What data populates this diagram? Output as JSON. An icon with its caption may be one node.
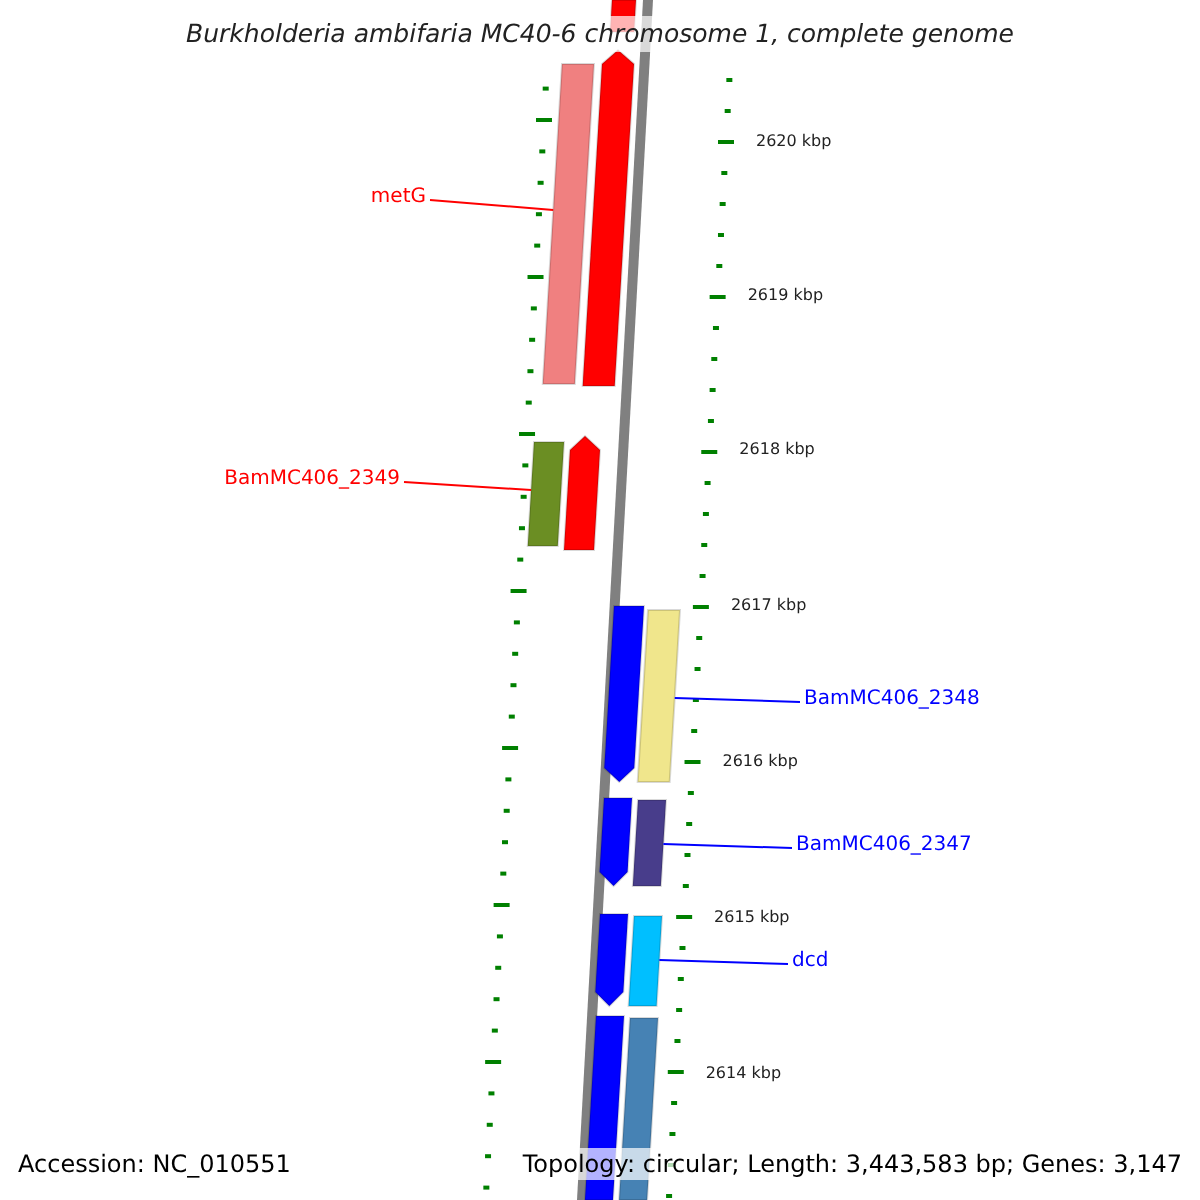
{
  "diagram": {
    "title": "Burkholderia ambifaria MC40-6 chromosome 1, complete genome",
    "nodes": [
      {
        "text": [],
        "shape": "bar"
      },
      {
        "text": [
          "metG"
        ]
      },
      {
        "text": [],
        "shape": "bar"
      },
      {
        "text": [],
        "shape": "bar"
      },
      {
        "text": [
          "BamMC406_2349"
        ]
      },
      {
        "text": [],
        "shape": "bar"
      },
      {
        "text": [],
        "shape": "bar"
      },
      {
        "text": [],
        "shape": "bar"
      },
      {
        "text": [],
        "shape": "bar"
      },
      {
        "text": [
          "BamMC406_2348"
        ]
      },
      {
        "text": [],
        "shape": "bar"
      },
      {
        "text": [],
        "shape": "bar"
      },
      {
        "text": [
          "BamMC406_2347"
        ]
      },
      {
        "text": [],
        "shape": "bar"
      },
      {
        "text": [],
        "shape": "bar"
      },
      {
        "text": [
          "dcd"
        ]
      },
      {
        "text": [],
        "shape": "bar"
      },
      {
        "text": [],
        "shape": "bar"
      }
    ],
    "edges": [
      {
        "from": 1,
        "to": 2,
        "arrow": "none",
        "color": "#ff0000"
      },
      {
        "from": 4,
        "to": 5,
        "arrow": "none",
        "color": "#ff0000"
      },
      {
        "from": 9,
        "to": 8,
        "arrow": "none"
      },
      {
        "from": 12,
        "to": 11,
        "arrow": "none"
      },
      {
        "from": 15,
        "to": 14,
        "arrow": "none"
      }
    ],
    "labels": [
      "2620 kbp",
      "2619 kbp",
      "2618 kbp",
      "2617 kbp",
      "2616 kbp",
      "2615 kbp",
      "2614 kbp",
      "Accession: NC_010551",
      "Topology: circular; Length: 3,443,583 bp; Genes: 3,147"
    ]
  }
}
